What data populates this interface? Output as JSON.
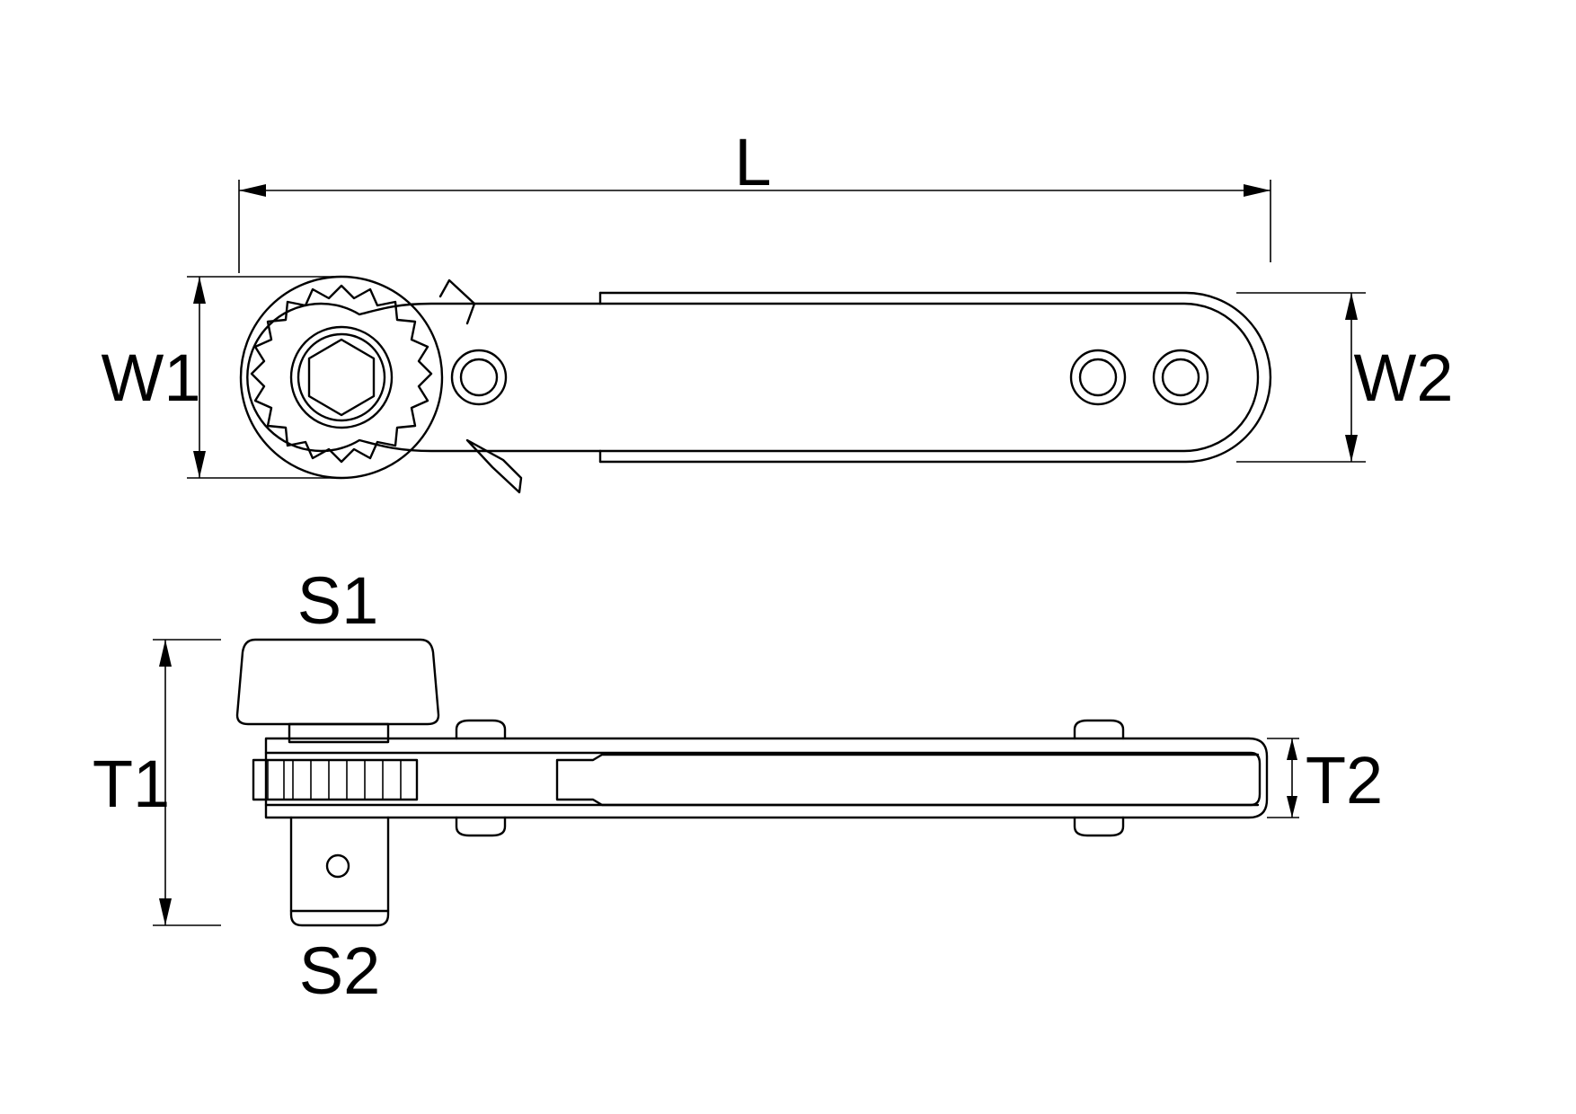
{
  "labels": {
    "L": "L",
    "W1": "W1",
    "W2": "W2",
    "S1": "S1",
    "S2": "S2",
    "T1": "T1",
    "T2": "T2"
  },
  "colors": {
    "line": "#000000",
    "background": "#ffffff"
  }
}
